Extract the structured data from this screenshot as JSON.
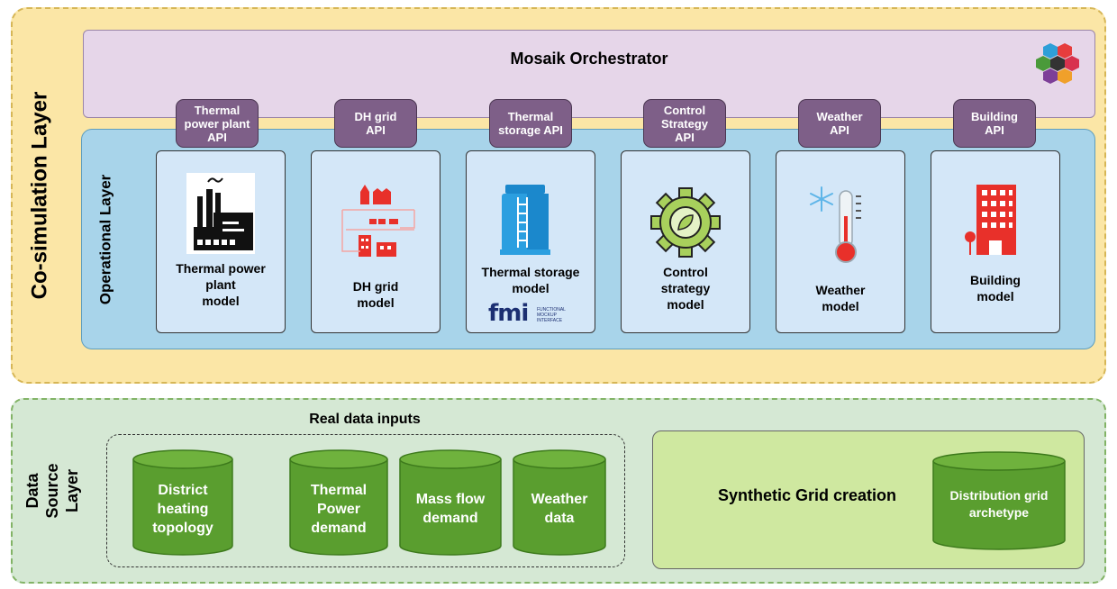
{
  "cosimulation_layer": {
    "label": "Co-simulation Layer"
  },
  "orchestrator": {
    "title": "Mosaik Orchestrator",
    "logo_icon": "mosaik-hexagon-logo-icon"
  },
  "operational_layer": {
    "label": "Operational Layer"
  },
  "components": [
    {
      "api": "Thermal\npower plant\nAPI",
      "model": "Thermal power\nplant\nmodel",
      "icon": "power-plant-icon"
    },
    {
      "api": "DH grid\nAPI",
      "model": "DH grid\nmodel",
      "icon": "district-heating-grid-icon"
    },
    {
      "api": "Thermal\nstorage API",
      "model": "Thermal storage\nmodel",
      "icon": "thermal-storage-tank-icon",
      "badge": "fmi",
      "badge_sub": "FUNCTIONAL\nMOCKUP\nINTERFACE"
    },
    {
      "api": "Control\nStrategy\nAPI",
      "model": "Control\nstrategy\nmodel",
      "icon": "gear-leaf-icon"
    },
    {
      "api": "Weather\nAPI",
      "model": "Weather\nmodel",
      "icon": "thermometer-snowflake-icon"
    },
    {
      "api": "Building\nAPI",
      "model": "Building\nmodel",
      "icon": "building-icon"
    }
  ],
  "data_source_layer": {
    "label": "Data Source\nLayer",
    "real_data_title": "Real data inputs",
    "real_data": [
      "District\nheating\ntopology",
      "Thermal\nPower\ndemand",
      "Mass flow\ndemand",
      "Weather\ndata"
    ],
    "synthetic_title": "Synthetic Grid creation",
    "synthetic_db": "Distribution grid\narchetype"
  },
  "colors": {
    "cosim_bg": "#fbe6a6",
    "orchestrator_bg": "#e6d6e9",
    "operational_bg": "#a8d4ea",
    "model_bg": "#d4e7f8",
    "api_bg": "#7e5f88",
    "data_source_bg": "#d5e8d4",
    "cylinder": "#5a9e2f",
    "synthetic_bg": "#cfe8a0",
    "icon_red": "#e8302a"
  }
}
